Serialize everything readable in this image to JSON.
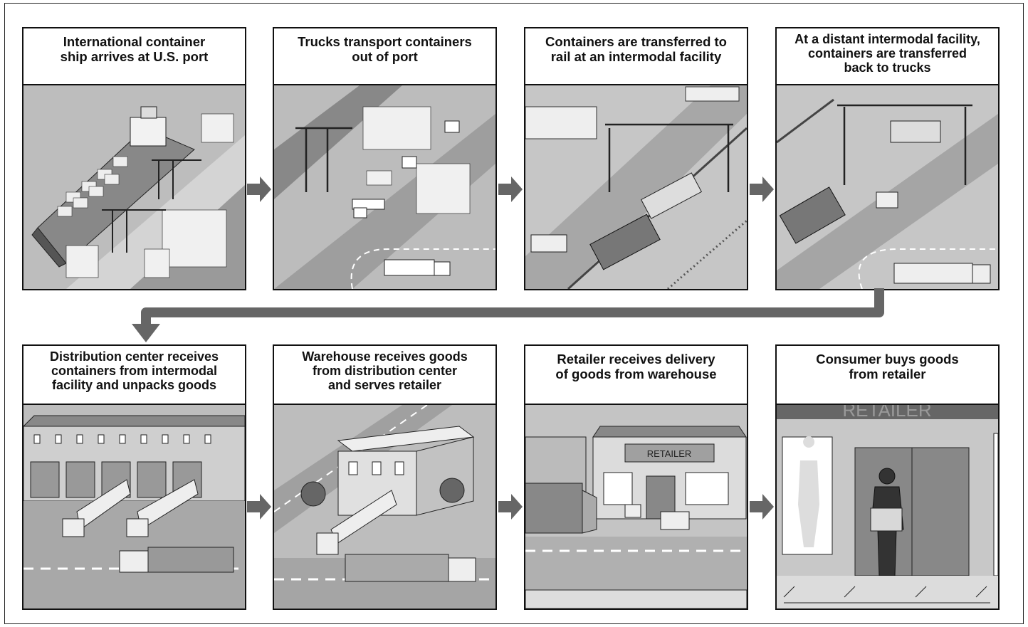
{
  "steps": [
    {
      "lines": [
        "International container",
        "ship arrives at U.S. port"
      ]
    },
    {
      "lines": [
        "Trucks transport containers",
        "out of port"
      ]
    },
    {
      "lines": [
        "Containers are transferred to",
        "rail at an intermodal facility"
      ]
    },
    {
      "lines": [
        "At a distant intermodal facility,",
        "containers are transferred",
        "back to trucks"
      ]
    },
    {
      "lines": [
        "Distribution center receives",
        "containers from intermodal",
        "facility and unpacks goods"
      ]
    },
    {
      "lines": [
        "Warehouse receives goods",
        "from distribution center",
        "and serves retailer"
      ]
    },
    {
      "lines": [
        "Retailer receives delivery",
        "of goods from warehouse"
      ]
    },
    {
      "lines": [
        "Consumer buys goods",
        "from retailer"
      ]
    }
  ],
  "signs": {
    "retailer_store": "RETAILER",
    "retailer_banner": "RETAILER"
  }
}
